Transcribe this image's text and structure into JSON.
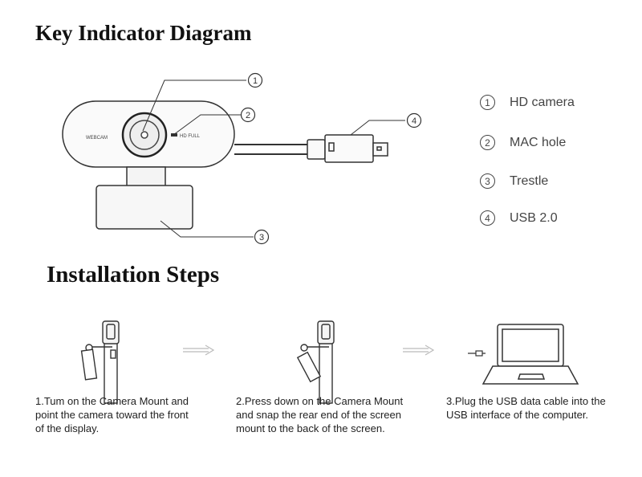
{
  "key_title": "Key Indicator Diagram",
  "steps_title": "Installation Steps",
  "camera_labels": {
    "webcam": "WEBCAM",
    "hd_full": "HD FULL"
  },
  "callouts": [
    "①",
    "②",
    "③",
    "④"
  ],
  "legend": [
    {
      "num": "1",
      "label": "HD camera"
    },
    {
      "num": "2",
      "label": "MAC hole"
    },
    {
      "num": "3",
      "label": "Trestle"
    },
    {
      "num": "4",
      "label": "USB 2.0"
    }
  ],
  "steps": [
    {
      "text_lines": [
        "1.Tum on the Camera Mount and",
        "point the camera toward the front",
        "of the display."
      ]
    },
    {
      "text_lines": [
        "2.Press down on the Camera Mount",
        "and snap the rear end of the screen",
        "mount to the back of the screen."
      ]
    },
    {
      "text_lines": [
        "3.Plug the USB data cable into the",
        "USB interface of the computer."
      ]
    }
  ]
}
